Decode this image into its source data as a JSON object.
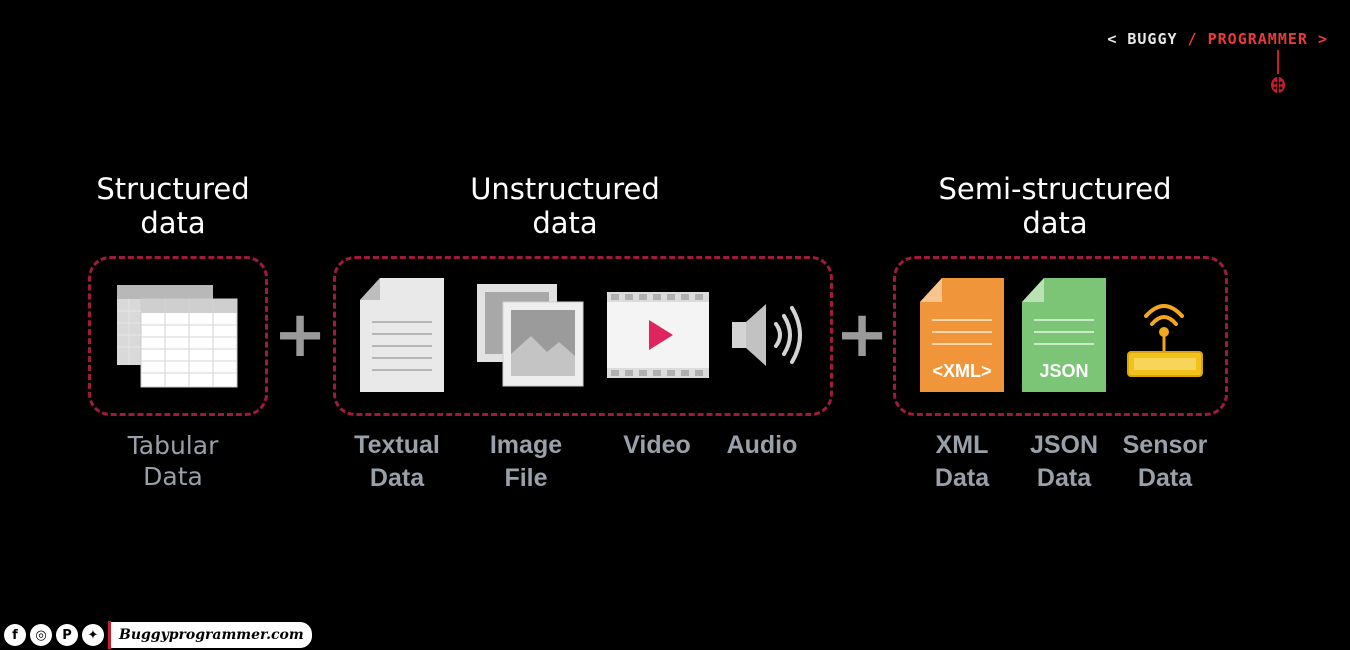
{
  "brand": {
    "left": "< BUGGY",
    "separator": " / ",
    "right": "PROGRAMMER >"
  },
  "groups": [
    {
      "title_line1": "Structured",
      "title_line2": "data",
      "items": [
        {
          "label_line1": "Tabular",
          "label_line2": "Data",
          "icon": "table-icon"
        }
      ]
    },
    {
      "title_line1": "Unstructured",
      "title_line2": "data",
      "items": [
        {
          "label_line1": "Textual",
          "label_line2": "Data",
          "icon": "document-icon"
        },
        {
          "label_line1": "Image",
          "label_line2": "File",
          "icon": "image-icon"
        },
        {
          "label_line1": "Video",
          "label_line2": "",
          "icon": "video-icon"
        },
        {
          "label_line1": "Audio",
          "label_line2": "",
          "icon": "speaker-icon"
        }
      ]
    },
    {
      "title_line1": "Semi-structured",
      "title_line2": "data",
      "items": [
        {
          "label_line1": "XML",
          "label_line2": "Data",
          "icon": "xml-file-icon",
          "badge": "<XML>"
        },
        {
          "label_line1": "JSON",
          "label_line2": "Data",
          "icon": "json-file-icon",
          "badge": "JSON"
        },
        {
          "label_line1": "Sensor",
          "label_line2": "Data",
          "icon": "sensor-icon"
        }
      ]
    }
  ],
  "operators": {
    "plus": "+"
  },
  "footer": {
    "website": "Buggyprogrammer.com"
  },
  "colors": {
    "background": "#000000",
    "dashed_border": "#9c1c3a",
    "label_gray": "#9aa0aa",
    "xml_orange": "#f0953a",
    "json_green": "#7cc576",
    "sensor_yellow": "#f2c21b",
    "play_pink": "#e0245e",
    "brand_red": "#e83a3a"
  }
}
